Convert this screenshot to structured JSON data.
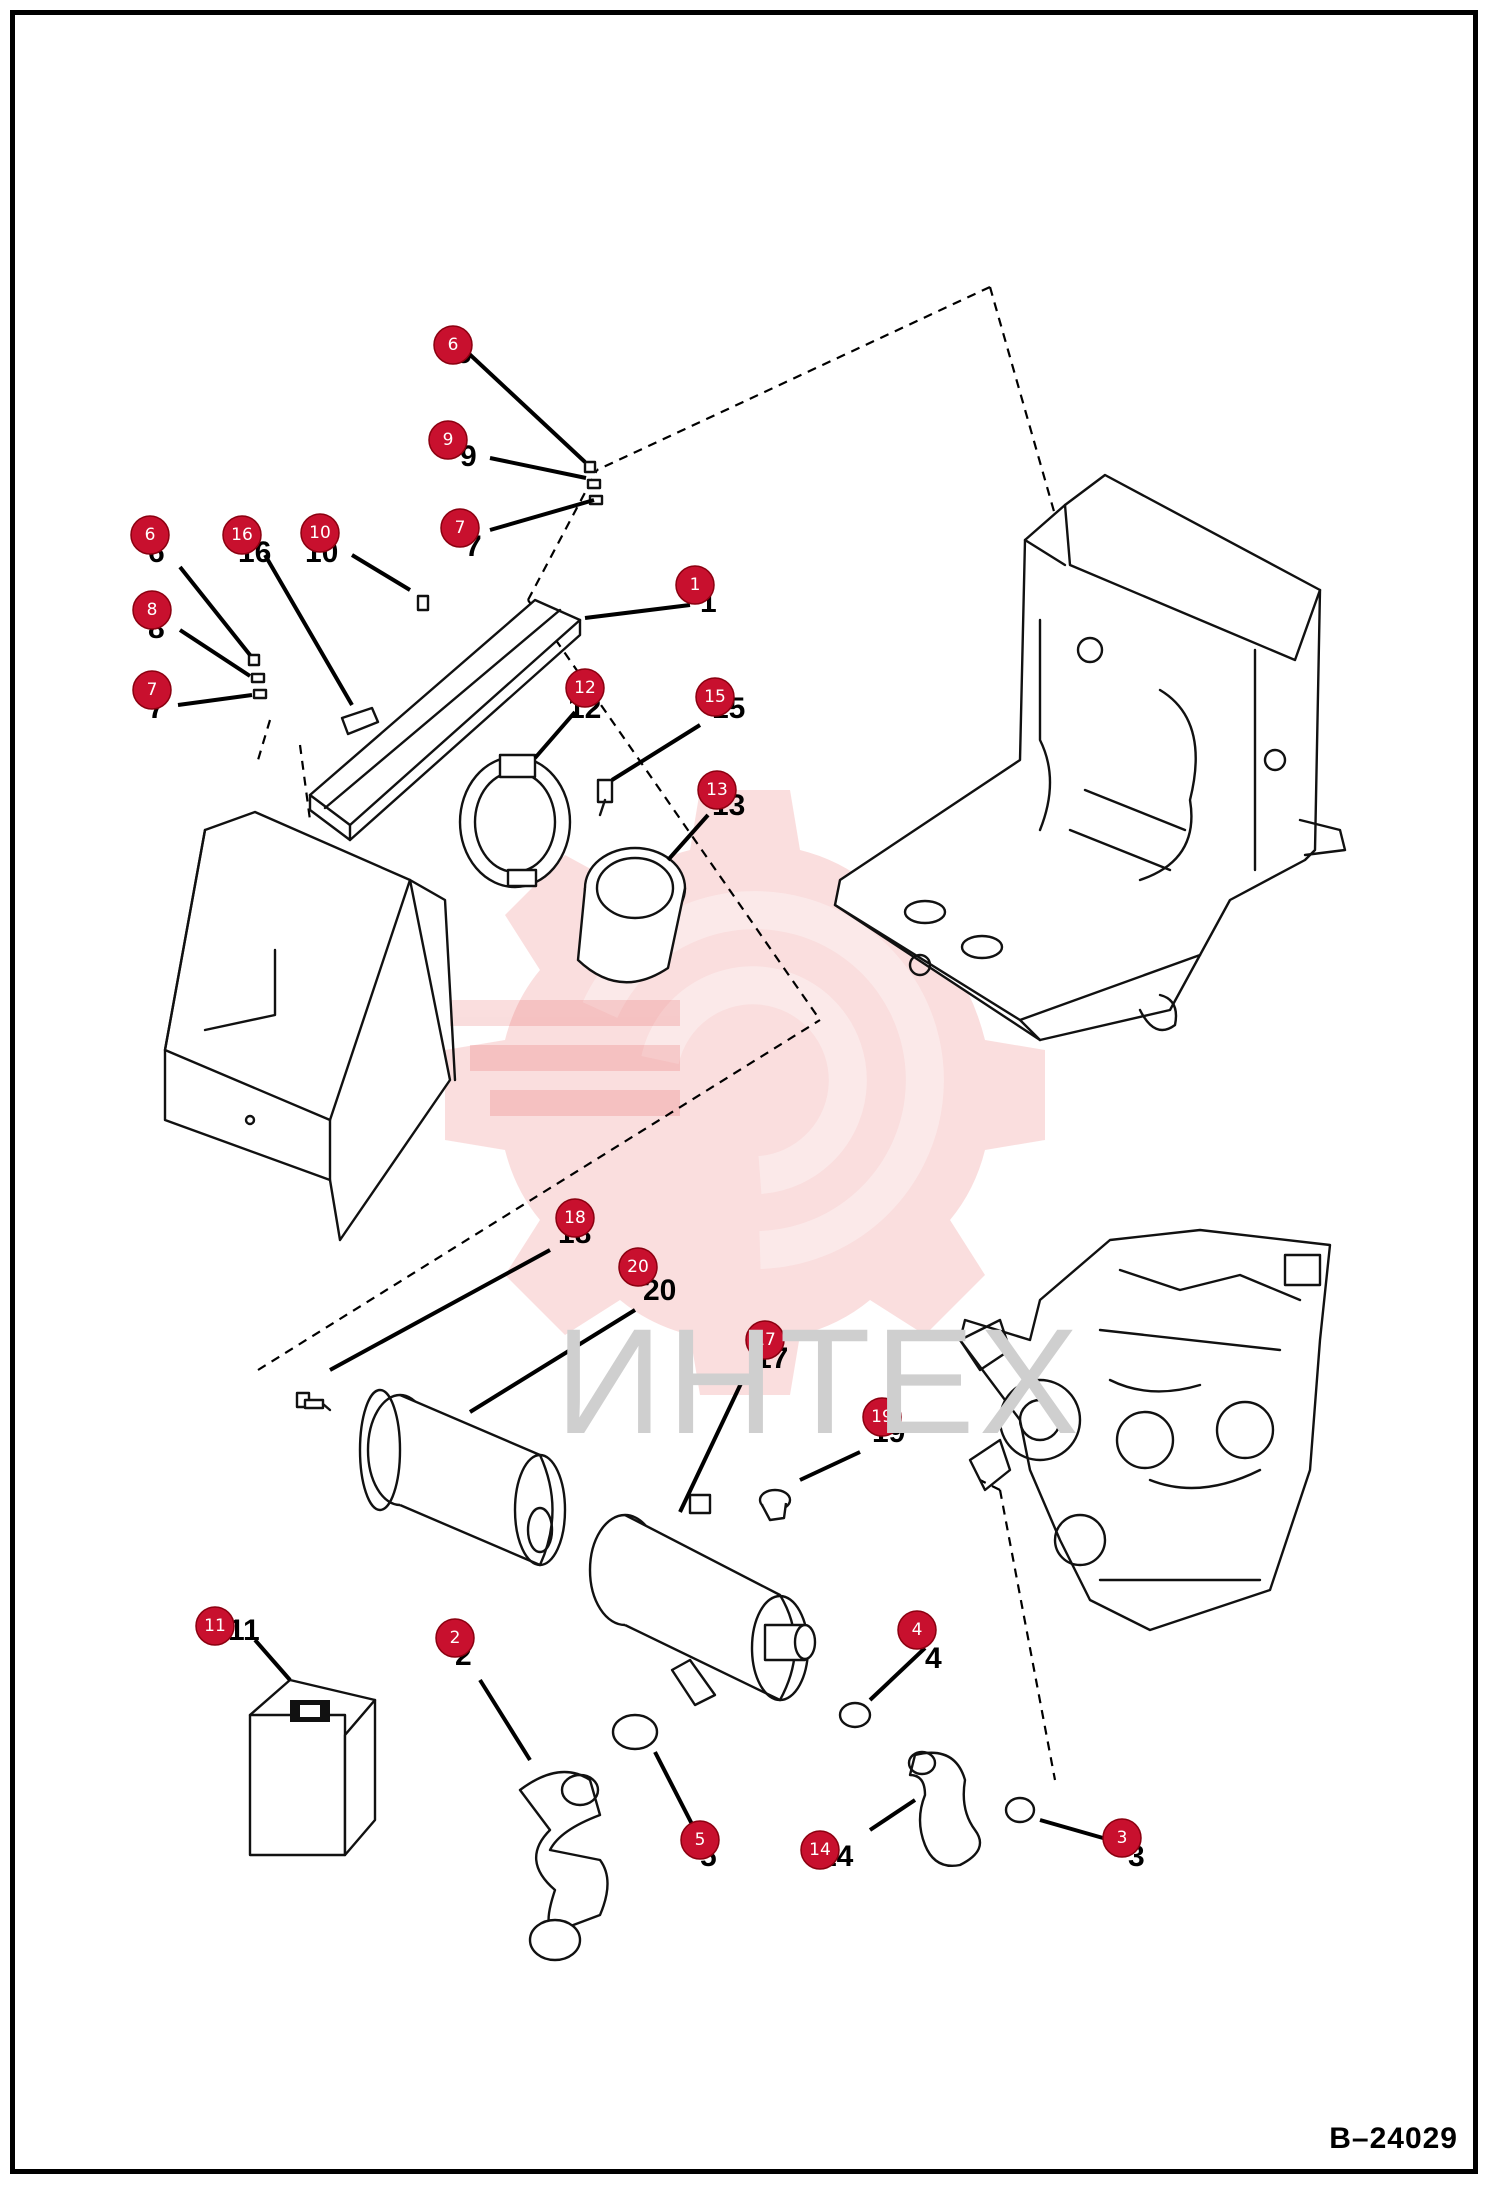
{
  "reference": "B–24029",
  "watermark": {
    "text": "ИНТЕХ",
    "color": "#e03030"
  },
  "colors": {
    "callout": "#c8102e",
    "line": "#000000"
  },
  "callouts": [
    {
      "id": "c6a",
      "num": "6",
      "label": "6"
    },
    {
      "id": "c9",
      "num": "9",
      "label": "9"
    },
    {
      "id": "c7a",
      "num": "7",
      "label": "7"
    },
    {
      "id": "c6b",
      "num": "6",
      "label": "6"
    },
    {
      "id": "c16",
      "num": "16",
      "label": "16"
    },
    {
      "id": "c10",
      "num": "10",
      "label": "10"
    },
    {
      "id": "c1",
      "num": "1",
      "label": "1"
    },
    {
      "id": "c8",
      "num": "8",
      "label": "8"
    },
    {
      "id": "c7b",
      "num": "7",
      "label": "7"
    },
    {
      "id": "c12",
      "num": "12",
      "label": "12"
    },
    {
      "id": "c15",
      "num": "15",
      "label": "15"
    },
    {
      "id": "c13",
      "num": "13",
      "label": "13"
    },
    {
      "id": "c18",
      "num": "18",
      "label": "18"
    },
    {
      "id": "c20",
      "num": "20",
      "label": "20"
    },
    {
      "id": "c17",
      "num": "17",
      "label": "17"
    },
    {
      "id": "c19",
      "num": "19",
      "label": "19"
    },
    {
      "id": "c11",
      "num": "11",
      "label": "11"
    },
    {
      "id": "c2",
      "num": "2",
      "label": "2"
    },
    {
      "id": "c4",
      "num": "4",
      "label": "4"
    },
    {
      "id": "c5",
      "num": "5",
      "label": "5"
    },
    {
      "id": "c14",
      "num": "14",
      "label": "14"
    },
    {
      "id": "c3",
      "num": "3",
      "label": "3"
    }
  ]
}
